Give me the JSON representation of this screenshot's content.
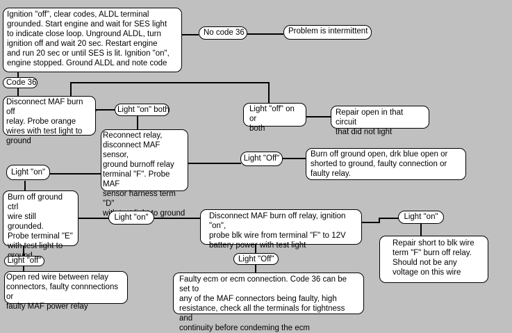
{
  "diagram": {
    "title": "Code 36 MAF burn-off diagnostic flowchart",
    "nodes": {
      "start": {
        "text": "Ignition \"off\", clear codes, ALDL terminal\ngrounded. Start engine and wait for SES light\nto indicate close loop. Unground ALDL, turn\nignition off and wait 20 sec. Restart engine\nand run 20 sec or until SES is lit. Ignition \"on\",\nengine stopped. Ground ALDL and note code"
      },
      "no_code_36": {
        "text": "No code 36"
      },
      "intermittent": {
        "text": "Problem is intermittent"
      },
      "code_36": {
        "text": "Code 36"
      },
      "disconnect_relay": {
        "text": "Disconnect MAF burn off\nrelay. Probe orange\nwires with test light to\nground"
      },
      "light_on_both": {
        "text": "Light \"on\" both"
      },
      "light_off_one_or_both": {
        "text": "Light \"off\" on or\nboth"
      },
      "repair_open": {
        "text": "Repair open in that circuit\nthat did not light"
      },
      "reconnect_relay": {
        "text": "Reconnect relay,\ndisconnect MAF sensor,\nground burnoff relay\nterminal \"F\". Probe MAF\nsensor harness term \"D\"\nwith test light to ground"
      },
      "light_off_1": {
        "text": "Light \"Off\""
      },
      "burnoff_ground_open": {
        "text": "Burn off ground open, drk blue open or\nshorted to ground, faulty connection or\nfaulty relay."
      },
      "light_on_1": {
        "text": "Light \"on\""
      },
      "ground_ctrl": {
        "text": "Burn off ground ctrl\nwire still grounded.\nProbe terminal \"E\"\nwith test light to\nground"
      },
      "light_on_2": {
        "text": "Light \"on\""
      },
      "probe_blk_wire": {
        "text": "Disconnect MAF burn off relay, ignition \"on\",\nprobe blk wire from terminal \"F\" to 12V\nbattery power with test light"
      },
      "light_on_3": {
        "text": "Light \"on\""
      },
      "repair_short": {
        "text": "Repair short to blk wire\nterm \"F\" burn off relay.\nShould not be any\nvoltage on this wire"
      },
      "light_off_2": {
        "text": "Light \"off\""
      },
      "open_red_wire": {
        "text": "Open red wire between relay\nconnectors, faulty connnections or\nfaulty MAF power relay"
      },
      "light_off_3": {
        "text": "Light \"Off\""
      },
      "faulty_ecm": {
        "text": "Faulty ecm or ecm connection. Code 36 can be set to\nany of the MAF connectors being faulty, high\nresistance, check all the terminals for tightness and\ncontinuity before condeming the ecm"
      }
    },
    "edges": [
      [
        "start",
        "no_code_36"
      ],
      [
        "no_code_36",
        "intermittent"
      ],
      [
        "start",
        "code_36"
      ],
      [
        "code_36",
        "disconnect_relay"
      ],
      [
        "disconnect_relay",
        "light_on_both"
      ],
      [
        "disconnect_relay",
        "light_off_one_or_both"
      ],
      [
        "light_off_one_or_both",
        "repair_open"
      ],
      [
        "light_on_both",
        "reconnect_relay"
      ],
      [
        "reconnect_relay",
        "light_off_1"
      ],
      [
        "light_off_1",
        "burnoff_ground_open"
      ],
      [
        "reconnect_relay",
        "light_on_1"
      ],
      [
        "light_on_1",
        "ground_ctrl"
      ],
      [
        "ground_ctrl",
        "light_on_2"
      ],
      [
        "light_on_2",
        "probe_blk_wire"
      ],
      [
        "probe_blk_wire",
        "light_on_3"
      ],
      [
        "light_on_3",
        "repair_short"
      ],
      [
        "probe_blk_wire",
        "light_off_3"
      ],
      [
        "light_off_3",
        "faulty_ecm"
      ],
      [
        "ground_ctrl",
        "light_off_2"
      ],
      [
        "light_off_2",
        "open_red_wire"
      ]
    ]
  }
}
